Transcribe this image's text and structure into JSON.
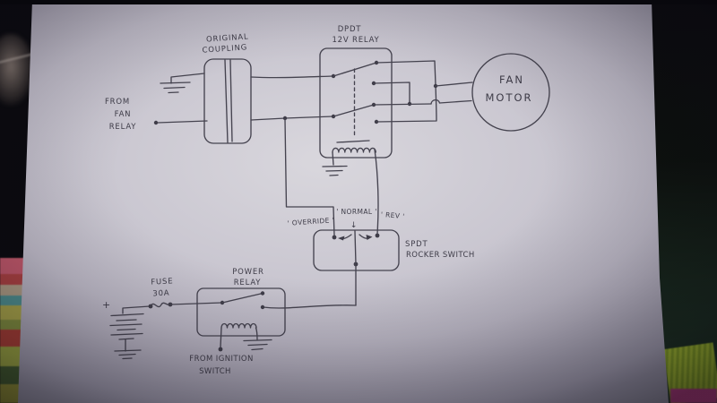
{
  "schematic": {
    "coupling": {
      "label_line1": "ORIGINAL",
      "label_line2": "COUPLING"
    },
    "dpdt_relay": {
      "label_line1": "DPDT",
      "label_line2": "12V RELAY"
    },
    "fan_motor": {
      "label_line1": "FAN",
      "label_line2": "MOTOR"
    },
    "fan_relay_input": {
      "label_line1": "FROM",
      "label_line2": "FAN",
      "label_line3": "RELAY"
    },
    "rocker_switch": {
      "position_left": "' OVERRIDE '",
      "position_center": "' NORMAL '",
      "position_center_arrow": "↓",
      "position_right": "' REV '",
      "label_line1": "SPDT",
      "label_line2": "ROCKER SWITCH"
    },
    "fuse": {
      "label_line1": "FUSE",
      "label_line2": "30A"
    },
    "power_relay": {
      "label_line1": "POWER",
      "label_line2": "RELAY"
    },
    "ignition_input": {
      "label_line1": "FROM IGNITION",
      "label_line2": "SWITCH"
    },
    "battery": {
      "positive_terminal": "+"
    },
    "colors": {
      "ink": "#45434f",
      "paper": "#c9c6d0"
    }
  }
}
